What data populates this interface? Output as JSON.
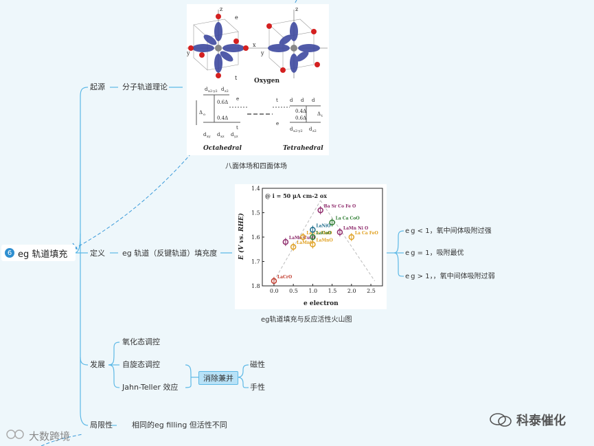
{
  "root": {
    "number": "6",
    "label": "eg 轨道填充"
  },
  "branches": {
    "origin": {
      "label": "起源",
      "child": "分子轨道理论",
      "figure_caption": "八面体场和四面体场"
    },
    "definition": {
      "label": "定义",
      "child": "eg 轨道（反键轨道）填充度",
      "figure_caption": "eg轨道填充与反应活性火山图",
      "results": [
        "e g < 1，氧中间体吸附过强",
        "e g = 1，吸附最优",
        "e g > 1，，氧中间体吸附过弱"
      ]
    },
    "development": {
      "label": "发展",
      "items": [
        "氧化态调控",
        "自旋态调控",
        "Jahn-Teller 效应"
      ],
      "tag": "消除兼并",
      "tag_children": [
        "磁性",
        "手性"
      ]
    },
    "limitation": {
      "label": "局限性",
      "child": "相同的eg filling 但活性不同"
    }
  },
  "figure1": {
    "labels": {
      "z1": "z",
      "eg": "e",
      "y": "y",
      "x": "x",
      "t2g": "t",
      "z2": "z",
      "y2": "y",
      "oxygen": "Oxygen",
      "d1": "d",
      "d2": "d",
      "d1sub": "x2-y2",
      "d2sub": "z2",
      "v06a": "0.6Δ",
      "v04a": "0.4Δ",
      "ao": "Δ",
      "aosub": "o",
      "eg2": "e",
      "t2g2": "t",
      "dxy": "d",
      "dxz": "d",
      "dyz": "d",
      "dxysub": "xy",
      "dxzsub": "xz",
      "dyzsub": "yz",
      "tt": "t",
      "tdxy": "d",
      "tdxz": "d",
      "tdyz": "d",
      "t04": "0.4Δ",
      "t06": "0.6Δ",
      "te": "e",
      "at": "Δ",
      "atsub": "t",
      "td1": "d",
      "td2": "d",
      "td1sub": "x2-y2",
      "td2sub": "z2",
      "oct": "Octahedral",
      "tet": "Tetrahedral"
    }
  },
  "chart_data": {
    "type": "scatter",
    "title": "",
    "annotation": "@ i = 50 μA cm-2 ox",
    "xlabel": "e electron",
    "xlabel_sub": "g",
    "ylabel": "E (V vs. RHE)",
    "xlim": [
      -0.3,
      2.8
    ],
    "ylim": [
      1.4,
      1.8
    ],
    "y_inverted": true,
    "x_ticks": [
      "0.0",
      "0.5",
      "1.0",
      "1.5",
      "2.0",
      "2.5"
    ],
    "x_tick_values": [
      0,
      0.5,
      1,
      1.5,
      2,
      2.5
    ],
    "y_ticks": [
      "1.4",
      "1.5",
      "1.6",
      "1.7",
      "1.8"
    ],
    "y_tick_values": [
      1.4,
      1.5,
      1.6,
      1.7,
      1.8
    ],
    "points": [
      {
        "x": 0.0,
        "y": 1.78,
        "label": "LaCrO",
        "label_sub": "3",
        "color": "#c0392b"
      },
      {
        "x": 0.3,
        "y": 1.62,
        "label": "LaMn  Cu  O",
        "label_sub": "0.5 0.5 3",
        "color": "#8e2a6b"
      },
      {
        "x": 0.5,
        "y": 1.64,
        "label": "LaMnO",
        "label_sub": "3+δ",
        "color": "#e0a020"
      },
      {
        "x": 0.75,
        "y": 1.6,
        "label": "La  Ca  MnO",
        "label_sub": "0.4 0.6 3",
        "color": "#e0a020"
      },
      {
        "x": 1.0,
        "y": 1.57,
        "label": "LaNiO",
        "label_sub": "3",
        "color": "#1a6b8a"
      },
      {
        "x": 1.0,
        "y": 1.6,
        "label": "LaCoO",
        "label_sub": "3",
        "color": "#2e7d32"
      },
      {
        "x": 1.0,
        "y": 1.63,
        "label": "LaMnO",
        "label_sub": "3",
        "color": "#e0a020"
      },
      {
        "x": 1.2,
        "y": 1.49,
        "label": "Ba  Sr  Co  Fe  O",
        "label_sub": "0.5 0.5 0.8 0.2 3-δ",
        "color": "#8e2a6b"
      },
      {
        "x": 1.5,
        "y": 1.54,
        "label": "La  Ca  CoO",
        "label_sub": "0.4 0.6 3-δ",
        "color": "#2e7d32"
      },
      {
        "x": 1.7,
        "y": 1.58,
        "label": "LaMn  Ni  O",
        "label_sub": "0.5 0.5 3",
        "color": "#8e2a6b"
      },
      {
        "x": 2.0,
        "y": 1.6,
        "label": "La  Ca  FeO",
        "label_sub": "0.5 0.5 3",
        "color": "#e0a020"
      }
    ],
    "volcano_lines": [
      {
        "from": [
          0.0,
          1.78
        ],
        "to": [
          1.2,
          1.45
        ]
      },
      {
        "from": [
          1.2,
          1.45
        ],
        "to": [
          2.6,
          1.78
        ]
      }
    ]
  },
  "watermarks": {
    "brand": "科泰催化",
    "source": "大数跨境"
  },
  "colors": {
    "line": "#5cb8e6",
    "tag_bg": "#b8e2f7",
    "accent": "#2f8fd0"
  }
}
